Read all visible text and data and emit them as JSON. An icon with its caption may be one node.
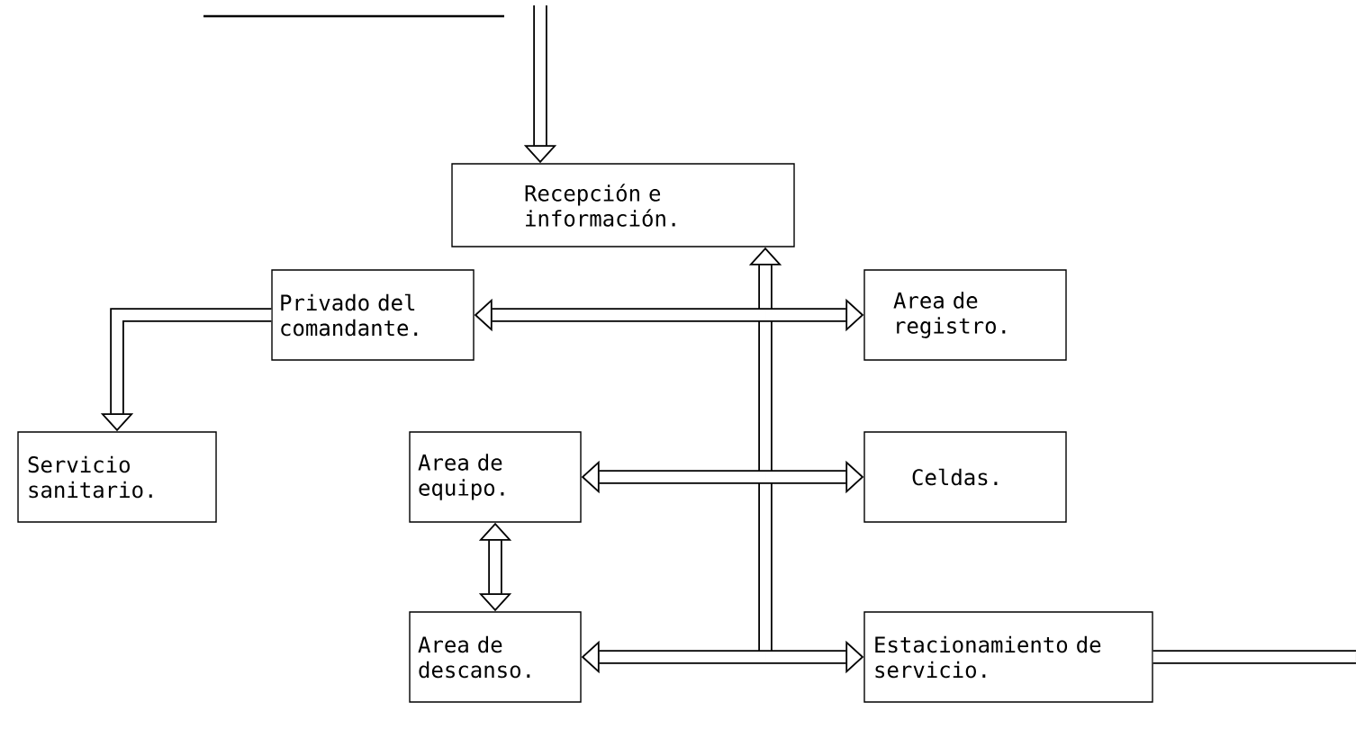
{
  "diagram": {
    "nodes": [
      {
        "text": [
          "Recepción e información."
        ]
      },
      {
        "text": [
          "Privado del comandante."
        ]
      },
      {
        "text": [
          "Area de registro."
        ]
      },
      {
        "text": [
          "Servicio sanitario."
        ]
      },
      {
        "text": [
          "Area de equipo."
        ]
      },
      {
        "text": [
          "Celdas."
        ]
      },
      {
        "text": [
          "Area de descanso."
        ]
      },
      {
        "text": [
          "Estacionamiento de servicio."
        ]
      }
    ],
    "edges": [
      {
        "from": null,
        "to": 0,
        "arrow": "to"
      },
      {
        "from": 0,
        "to": 1,
        "arrow": "both"
      },
      {
        "from": 0,
        "to": 2,
        "arrow": "both"
      },
      {
        "from": 0,
        "to": 4,
        "arrow": "both"
      },
      {
        "from": 0,
        "to": 5,
        "arrow": "both"
      },
      {
        "from": 0,
        "to": 6,
        "arrow": "both"
      },
      {
        "from": 0,
        "to": 7,
        "arrow": "both"
      },
      {
        "from": 1,
        "to": 3,
        "arrow": "to"
      },
      {
        "from": 4,
        "to": 6,
        "arrow": "both"
      },
      {
        "from": 7,
        "to": null,
        "arrow": "none"
      }
    ]
  }
}
